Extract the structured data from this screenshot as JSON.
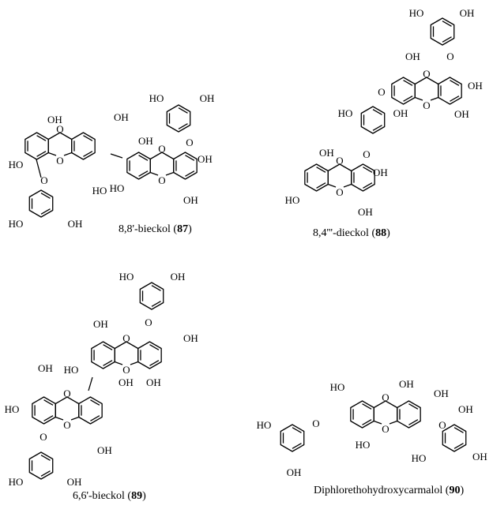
{
  "compounds": [
    {
      "name": "8,8'-bieckol",
      "number": "87"
    },
    {
      "name": "8,4'''-dieckol",
      "number": "88"
    },
    {
      "name": "6,6'-bieckol",
      "number": "89"
    },
    {
      "name": "Diphlorethohydroxycarmalol",
      "number": "90"
    }
  ],
  "atoms": {
    "hydroxyl": "HO",
    "hydroxyl_right": "OH",
    "oxygen": "O"
  }
}
